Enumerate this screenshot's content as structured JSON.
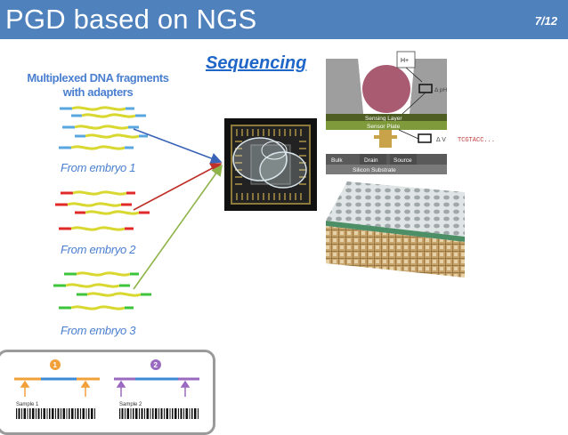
{
  "slide": {
    "title": "PGD based on NGS",
    "page_number": "7/12"
  },
  "left": {
    "heading_line1": "Multiplexed DNA fragments",
    "heading_line2": "with adapters",
    "embryos": [
      "From embryo 1",
      "From embryo 2",
      "From embryo 3"
    ]
  },
  "center": {
    "sequencing_label": "Sequencing"
  },
  "sensor": {
    "ion_label": "H+",
    "delta_ph": "Δ pH",
    "delta_v": "Δ V",
    "sequence": "TCGTACC...",
    "sensing_layer": "Sensing Layer",
    "sensor_plate": "Sensor Plate",
    "bulk": "Bulk",
    "drain": "Drain",
    "source": "Source",
    "silicon_substrate": "Silicon Substrate"
  },
  "barcodes": {
    "marker1": "1",
    "marker2": "2",
    "sample1": "Sample 1",
    "sample2": "Sample 2"
  },
  "colors": {
    "header": "#4f81bd",
    "embryo1_adapter": "#5aa7e0",
    "embryo2_adapter": "#e02a2a",
    "embryo3_adapter": "#3cc43c",
    "dna_strand": "#d8d830",
    "arrow1": "#3a63b8",
    "arrow2": "#c0302a",
    "arrow3": "#8fb44a"
  }
}
